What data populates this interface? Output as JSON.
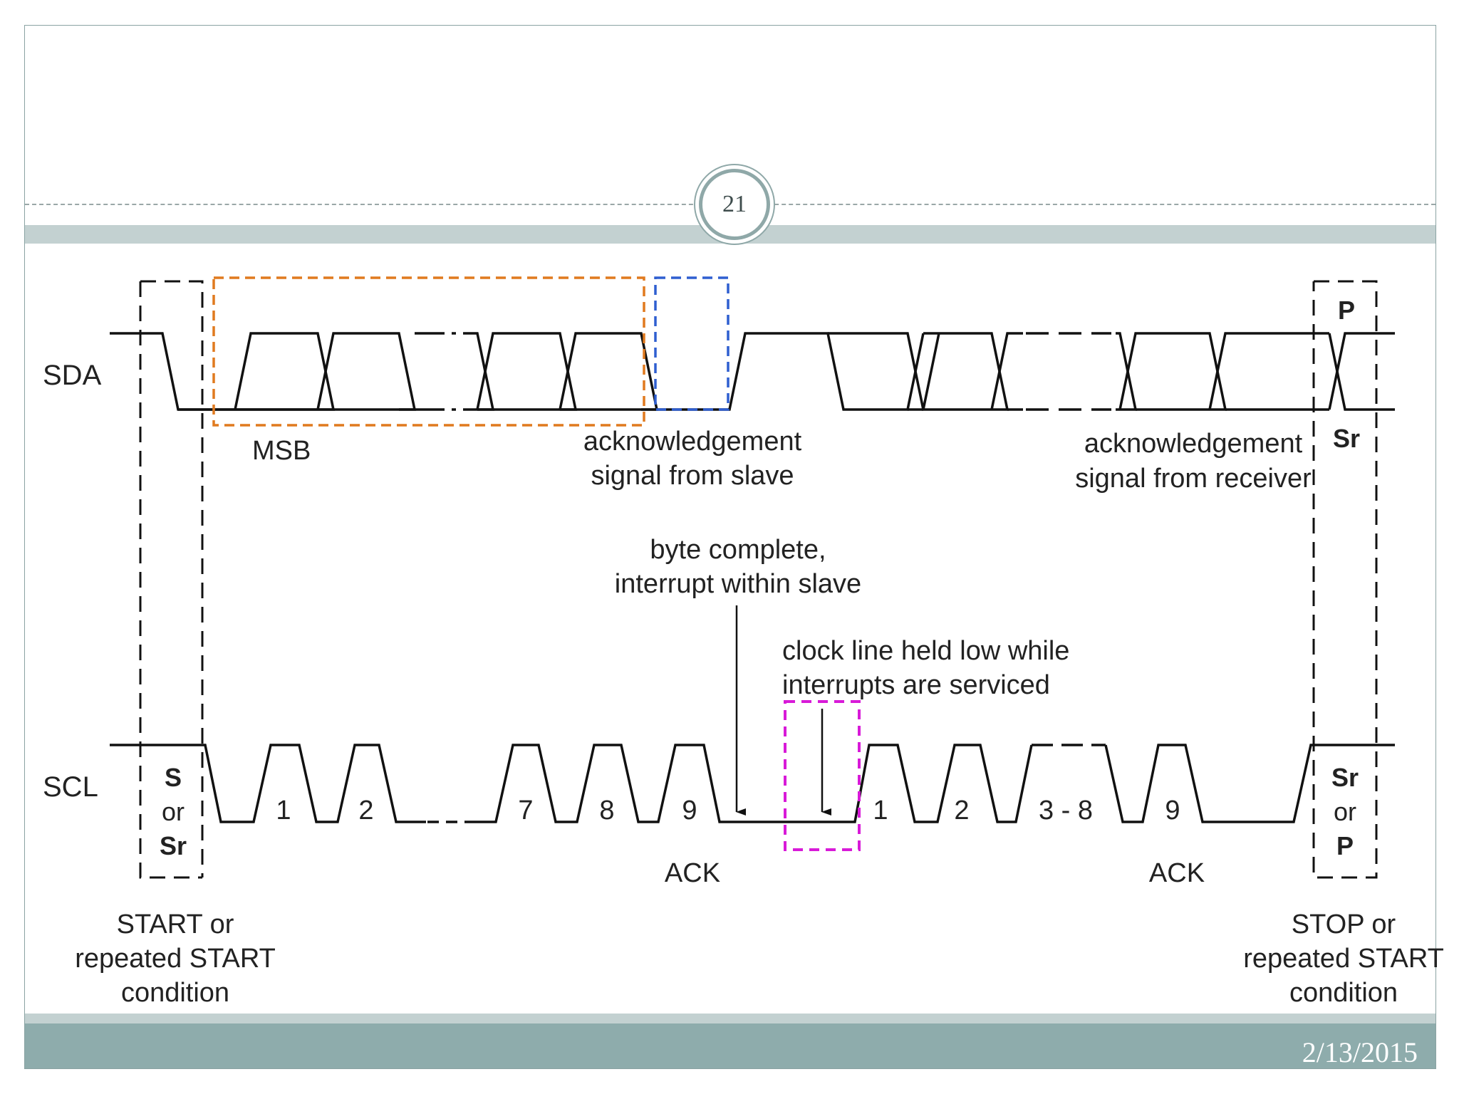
{
  "slide": {
    "number": "21",
    "date": "2/13/2015"
  },
  "colors": {
    "accent_band": "#8eacac",
    "light_band": "#c3d1d1",
    "data_bits_box": "#e07a1f",
    "ack_box": "#2f5fd0",
    "clock_hold_box": "#d81ad8"
  },
  "diagram": {
    "sda_label": "SDA",
    "scl_label": "SCL",
    "msb_label": "MSB",
    "ack_slave_line1": "acknowledgement",
    "ack_slave_line2": "signal from slave",
    "ack_receiver_line1": "acknowledgement",
    "ack_receiver_line2": "signal from receiver",
    "byte_complete_line1": "byte complete,",
    "byte_complete_line2": "interrupt within slave",
    "clock_held_line1": "clock line held low while",
    "clock_held_line2": "interrupts are serviced",
    "pulse_labels": [
      "1",
      "2",
      "7",
      "8",
      "9",
      "1",
      "2",
      "3 - 8",
      "9"
    ],
    "ack_label_1": "ACK",
    "ack_label_2": "ACK",
    "start_box": {
      "line1": "S",
      "line2": "or",
      "line3": "Sr"
    },
    "stop_box": {
      "line1": "Sr",
      "line2": "or",
      "line3": "P"
    },
    "sda_stop_top": "P",
    "sda_stop_bottom": "Sr",
    "start_caption_line1": "START or",
    "start_caption_line2": "repeated START",
    "start_caption_line3": "condition",
    "stop_caption_line1": "STOP or",
    "stop_caption_line2": "repeated START",
    "stop_caption_line3": "condition"
  }
}
